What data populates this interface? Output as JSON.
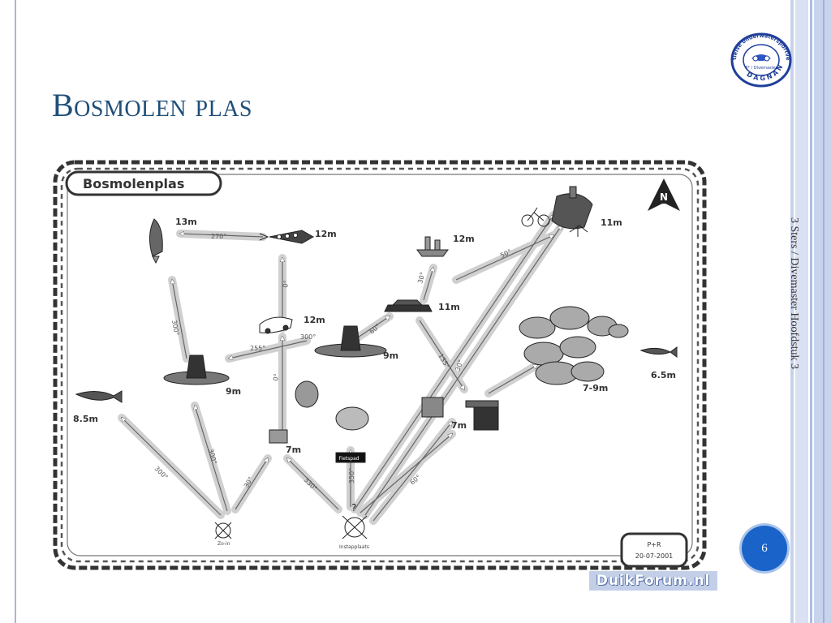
{
  "slide": {
    "title": "Bosmolen plas",
    "side_text": "3 Sters / Divemaster Hoofdstuk 3",
    "page_number": "6",
    "logo": {
      "arc_text": "tielse onderwatersportvereniging",
      "inner_text": "3* / Divemaster",
      "bottom_text": "D A G N A N"
    },
    "watermark": "DuikForum.nl"
  },
  "map": {
    "title": "Bosmolenplas",
    "north_label": "N",
    "stamp_line1": "P+R",
    "stamp_line2": "20-07-2001",
    "start_points": {
      "zo_in": "Zo-in",
      "instapplaats": "Instapplaats",
      "fietspad": "Fietspad"
    },
    "depths": {
      "d13": "13m",
      "d12_rocket": "12m",
      "d12_boat": "12m",
      "d11_car": "11m",
      "d11_wreck": "11m",
      "d12_car": "12m",
      "d9_left": "9m",
      "d9_center": "9m",
      "d85": "8.5m",
      "d65": "6.5m",
      "d7_left": "7m",
      "d7_right": "7m",
      "d79": "7-9m"
    },
    "bearings": {
      "b270": "270°",
      "b300a": "300°",
      "b0a": "0°",
      "b30a": "30°",
      "b255": "255°",
      "b300b": "300°",
      "b0b": "0°",
      "b60a": "60°",
      "b300c": "300°",
      "b30b": "30°",
      "b330": "330°",
      "b350": "350°",
      "b60b": "60°",
      "b135": "135°",
      "b30c": "30°",
      "b50": "50°",
      "b300d": "300°"
    }
  }
}
